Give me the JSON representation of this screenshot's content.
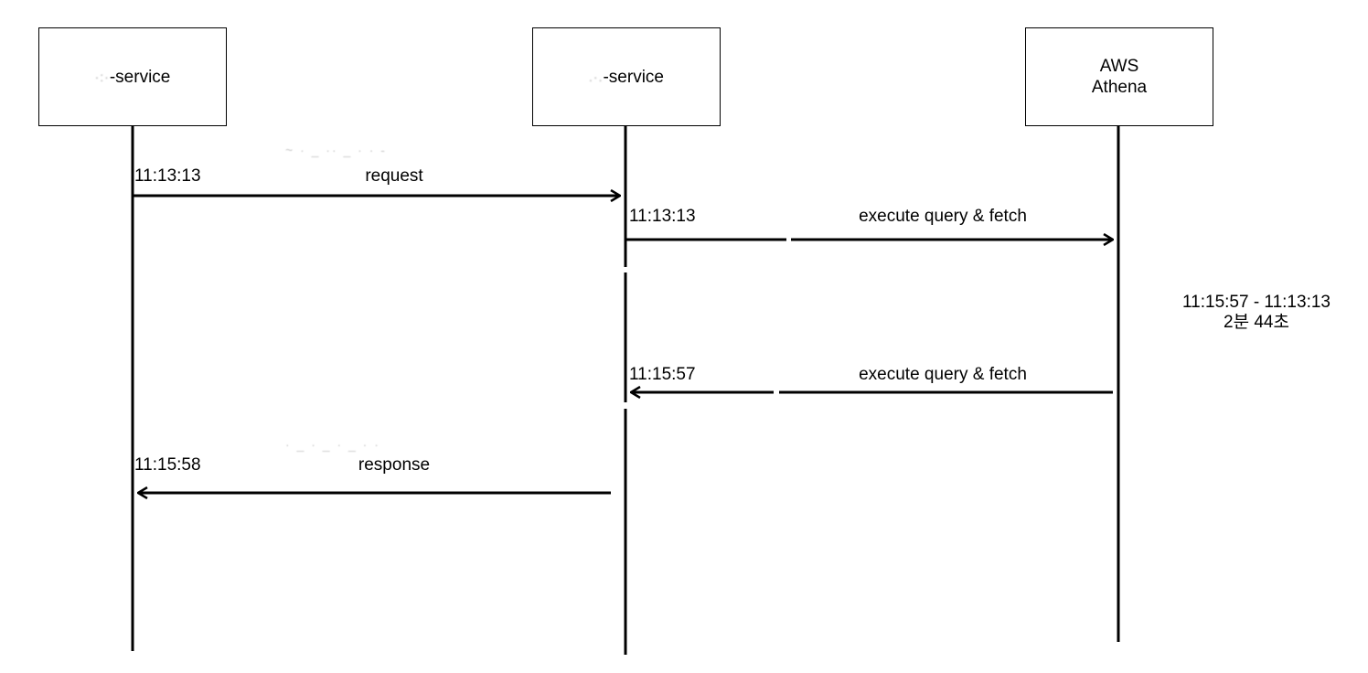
{
  "participants": [
    {
      "label": "-service"
    },
    {
      "label": "-service"
    },
    {
      "label": "AWS\nAthena"
    }
  ],
  "messages": [
    {
      "time": "11:13:13",
      "label": "request"
    },
    {
      "time": "11:13:13",
      "label": "execute query & fetch"
    },
    {
      "time": "11:15:57",
      "label": "execute query & fetch"
    },
    {
      "time": "11:15:58",
      "label": "response"
    }
  ],
  "duration_note": {
    "line1": "11:15:57 - 11:13:13",
    "line2": "2분 44초"
  }
}
